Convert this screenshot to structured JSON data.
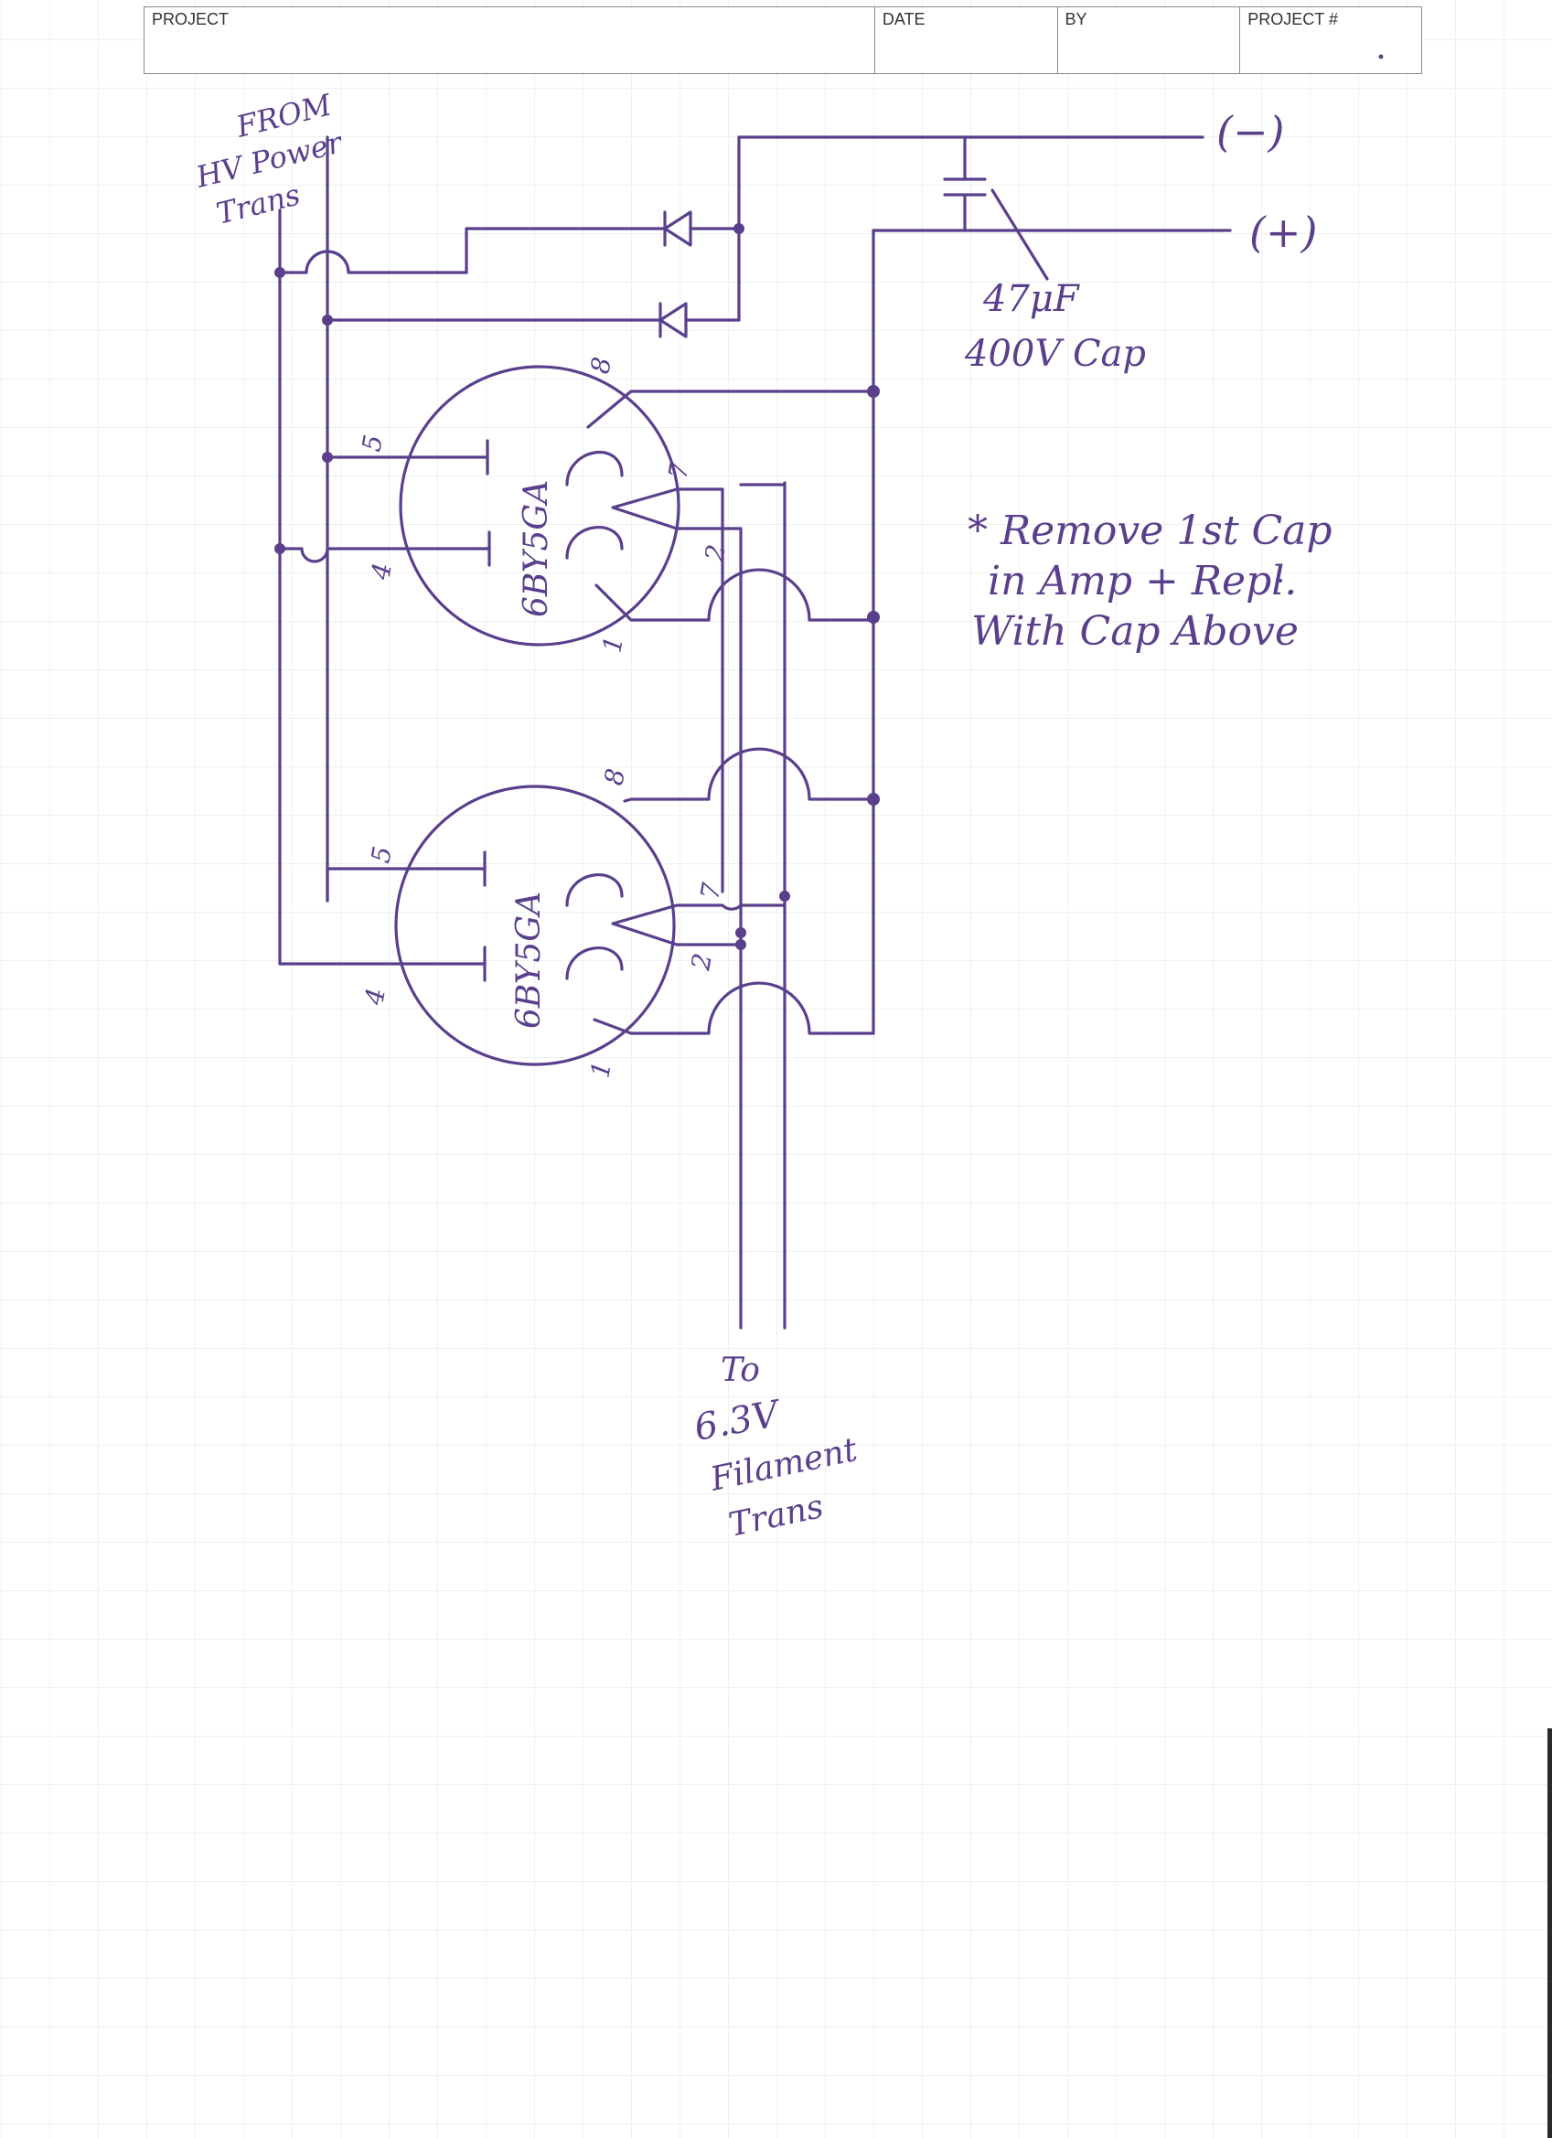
{
  "title_block": {
    "project_label": "PROJECT",
    "date_label": "DATE",
    "by_label": "BY",
    "project_number_label": "PROJECT #"
  },
  "notes": {
    "source_line1": "FROM",
    "source_line2": "HV Power",
    "source_line3": "Trans",
    "negative_terminal": "(−)",
    "positive_terminal": "(+)",
    "cap_line1": "47μF",
    "cap_line2": "400V Cap",
    "remark_line1": "* Remove 1st Cap",
    "remark_line2": "in Amp + Repl.",
    "remark_line3": "With Cap Above",
    "dest_line1": "To",
    "dest_line2": "6.3V",
    "dest_line3": "Filament",
    "dest_line4": "Trans"
  },
  "tubes": [
    {
      "label": "6BY5GA",
      "pin_8": "8",
      "pin_7": "7",
      "pin_5": "5",
      "pin_4": "4",
      "pin_2": "2",
      "pin_1": "1"
    },
    {
      "label": "6BY5GA",
      "pin_8": "8",
      "pin_7": "7",
      "pin_5": "5",
      "pin_4": "4",
      "pin_2": "2",
      "pin_1": "1"
    }
  ],
  "colors": {
    "ink": "#5a3f8c",
    "grid": "#eef0f2",
    "title_border": "#8a8a8a"
  }
}
